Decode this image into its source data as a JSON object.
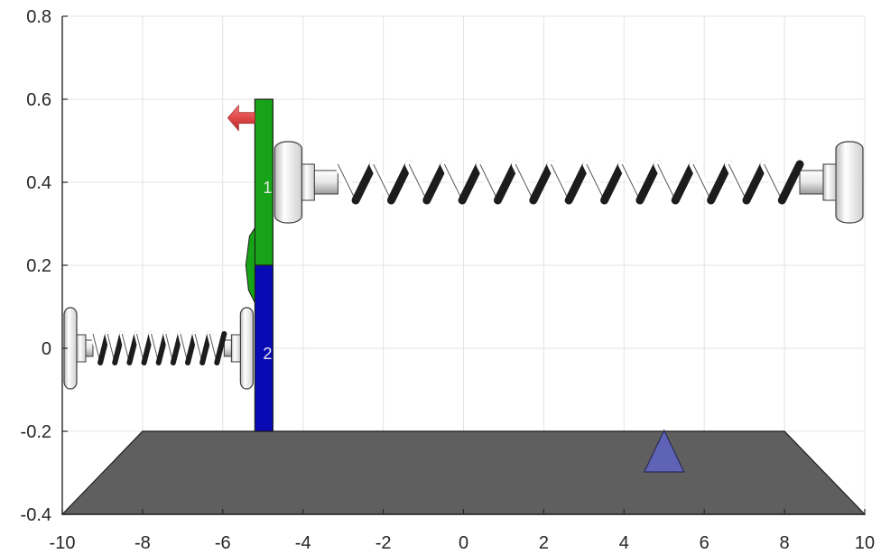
{
  "chart_data": {
    "type": "scene",
    "title": "",
    "xlabel": "",
    "ylabel": "",
    "xlim": [
      -10,
      10
    ],
    "ylim": [
      -0.4,
      0.8
    ],
    "grid": true,
    "xticks": [
      -10,
      -8,
      -6,
      -4,
      -2,
      0,
      2,
      4,
      6,
      8,
      10
    ],
    "yticks": [
      -0.4,
      -0.2,
      0,
      0.2,
      0.4,
      0.6,
      0.8
    ],
    "xtick_labels": [
      "-10",
      "-8",
      "-6",
      "-4",
      "-2",
      "0",
      "2",
      "4",
      "6",
      "8",
      "10"
    ],
    "ytick_labels": [
      "-0.4",
      "-0.2",
      "0",
      "0.2",
      "0.4",
      "0.6",
      "0.8"
    ],
    "ground": {
      "top_y": -0.2,
      "bottom_y": -0.4,
      "top_x": [
        -8,
        8
      ],
      "bottom_x": [
        -10,
        10
      ],
      "color": "#5f5f5f"
    },
    "bodies": [
      {
        "label": "1",
        "x": [
          -5.2,
          -4.75
        ],
        "y": [
          0.2,
          0.6
        ],
        "color": "#17a317"
      },
      {
        "label": "2",
        "x": [
          -5.2,
          -4.75
        ],
        "y": [
          -0.2,
          0.2
        ],
        "color": "#0a0ab4"
      }
    ],
    "springs": [
      {
        "name": "upper spring",
        "x_start": -4.75,
        "x_end": 10,
        "y": 0.4,
        "coils": 13
      },
      {
        "name": "lower spring",
        "x_start": -10,
        "x_end": -5.2,
        "y": 0,
        "coils": 9
      }
    ],
    "marker": {
      "shape": "triangle",
      "x": 5,
      "y": -0.25,
      "color": "#5f63b8"
    },
    "arrow": {
      "direction": "left",
      "x": -5.2,
      "y": 0.555,
      "color": "#e04848"
    }
  }
}
